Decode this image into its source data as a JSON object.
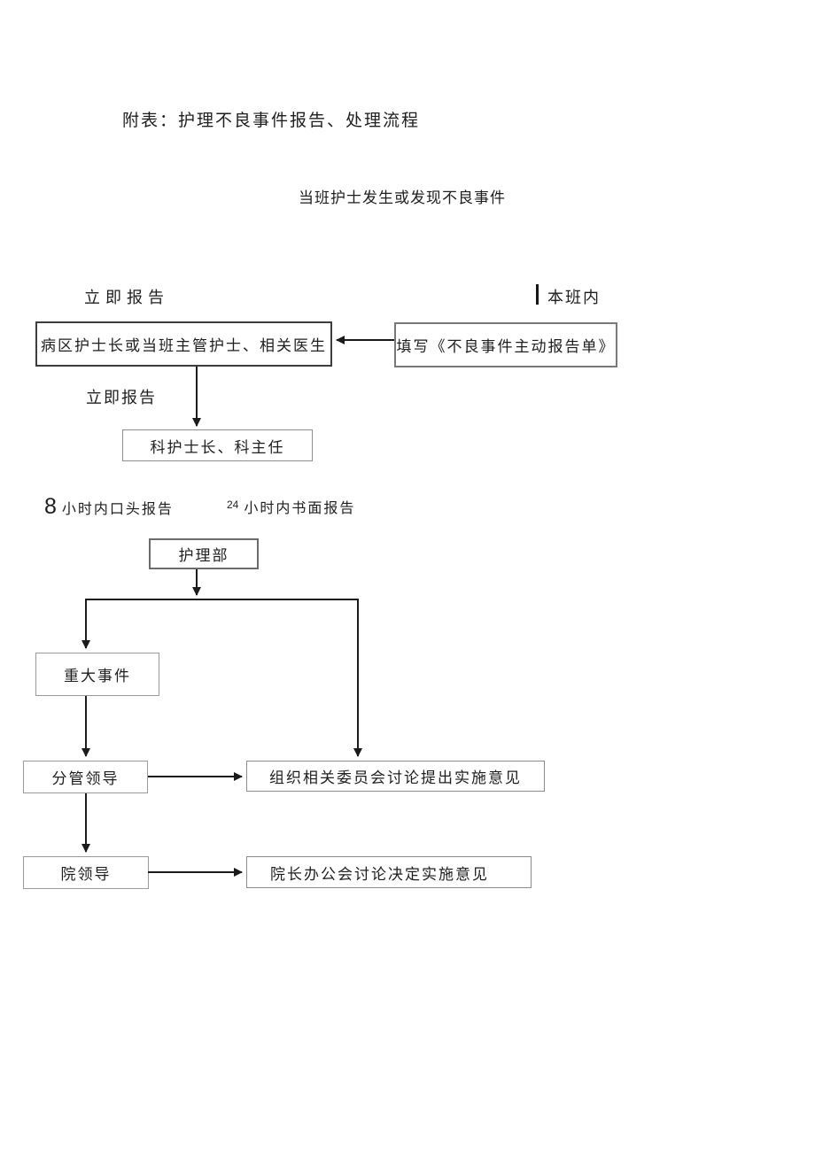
{
  "page": {
    "title": "附表：护理不良事件报告、处理流程"
  },
  "flowchart": {
    "start_text": "当班护士发生或发现不良事件",
    "labels": {
      "immediate_report_1": "立即报告",
      "within_shift": "本班内",
      "immediate_report_2": "立即报告",
      "oral_hours_number": "8",
      "oral_hours_text": " 小时内口头报告",
      "written_hours_number": "24",
      "written_hours_text": " 小时内书面报告"
    },
    "nodes": {
      "ward_head_nurse": "病区护士长或当班主管护士、相关医生",
      "fill_report_form": "填写《不良事件主动报告单》",
      "dept_head": "科护士长、科主任",
      "nursing_dept": "护理部",
      "major_event": "重大事件",
      "leader_in_charge": "分管领导",
      "committee_discuss": "组织相关委员会讨论提出实施意见",
      "hospital_leaders": "院领导",
      "director_meeting": "院长办公会讨论决定实施意见"
    },
    "edges": [
      {
        "from": "fill_report_form",
        "to": "ward_head_nurse"
      },
      {
        "from": "ward_head_nurse",
        "to": "dept_head"
      },
      {
        "from": "nursing_dept",
        "to": "major_event"
      },
      {
        "from": "nursing_dept",
        "to": "committee_discuss"
      },
      {
        "from": "major_event",
        "to": "leader_in_charge"
      },
      {
        "from": "leader_in_charge",
        "to": "committee_discuss"
      },
      {
        "from": "leader_in_charge",
        "to": "hospital_leaders"
      },
      {
        "from": "hospital_leaders",
        "to": "director_meeting"
      }
    ]
  }
}
